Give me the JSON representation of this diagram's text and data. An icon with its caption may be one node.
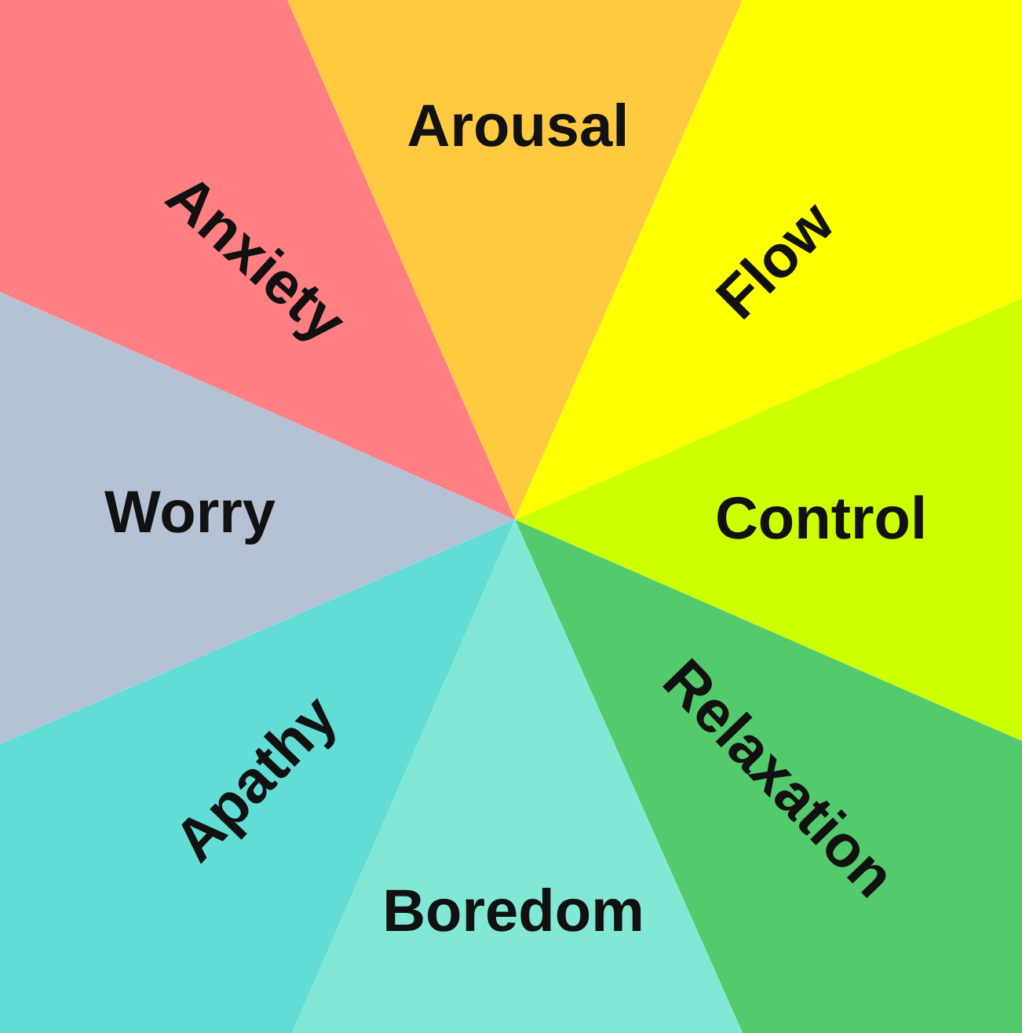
{
  "diagram": {
    "nodes": [
      {
        "text": [
          "Arousal"
        ]
      },
      {
        "text": [
          "Flow"
        ]
      },
      {
        "text": [
          "Control"
        ]
      },
      {
        "text": [
          "Relaxation"
        ]
      },
      {
        "text": [
          "Boredom"
        ]
      },
      {
        "text": [
          "Apathy"
        ]
      },
      {
        "text": [
          "Worry"
        ]
      },
      {
        "text": [
          "Anxiety"
        ]
      }
    ]
  }
}
